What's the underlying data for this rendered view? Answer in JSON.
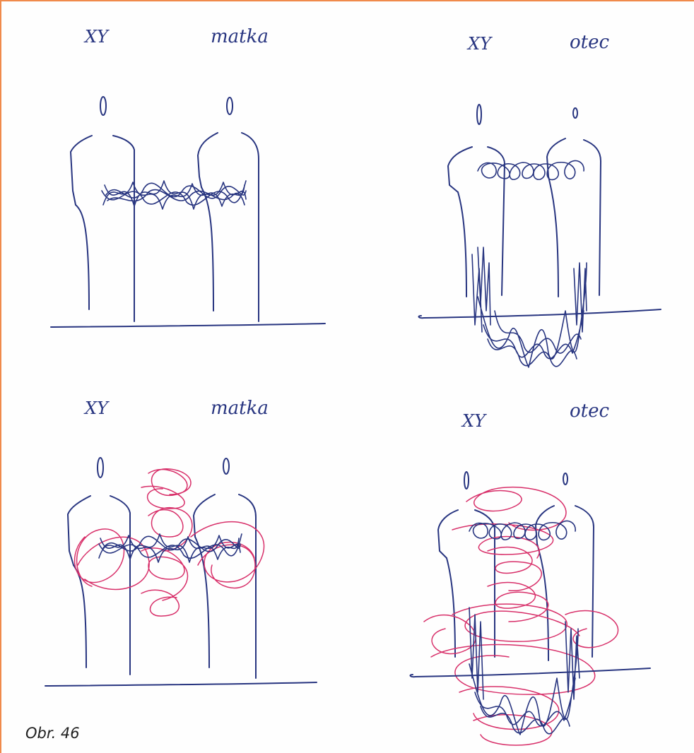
{
  "caption": "Obr. 46",
  "colors": {
    "ink": "#283580",
    "red_ink": "#d8306a",
    "frame": "#f08a4b"
  },
  "panels": [
    {
      "left_label": "XY",
      "right_label": "matka"
    },
    {
      "left_label": "XY",
      "right_label": "otec"
    },
    {
      "left_label": "XY",
      "right_label": "matka"
    },
    {
      "left_label": "XY",
      "right_label": "otec"
    }
  ]
}
